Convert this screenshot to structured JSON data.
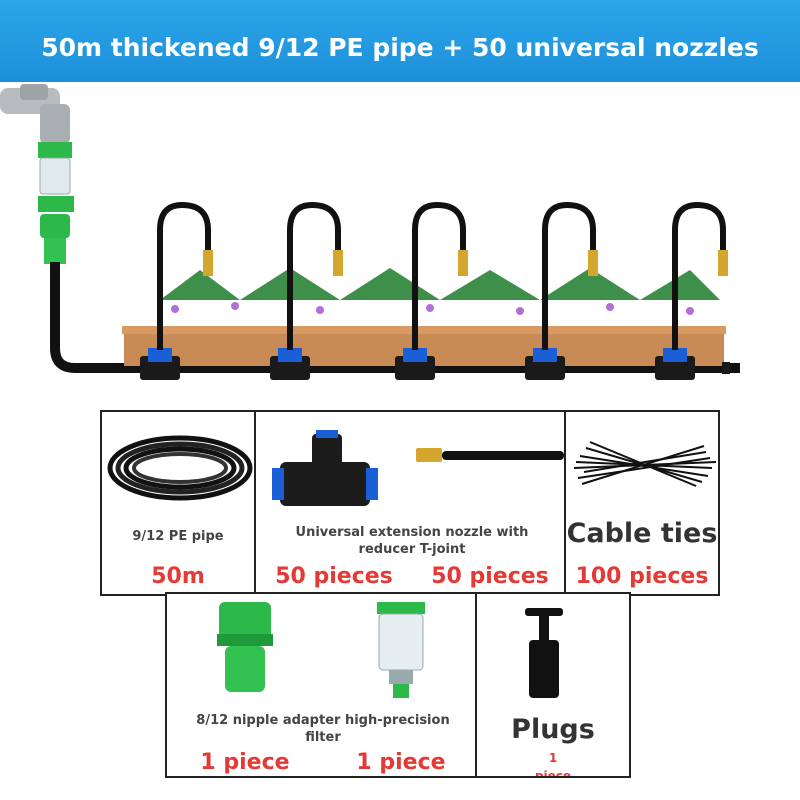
{
  "banner": {
    "title": "50m thickened 9/12 PE pipe + 50 universal nozzles"
  },
  "items": [
    {
      "label": "9/12 PE pipe",
      "qty": "50m"
    },
    {
      "label": "Universal extension nozzle with reducer T-joint",
      "qty_a": "50 pieces",
      "qty_b": "50 pieces"
    },
    {
      "label": "Cable ties",
      "qty": "100 pieces"
    },
    {
      "label": "8/12 nipple adapter high-precision filter",
      "qty_a": "1 piece",
      "qty_b": "1 piece"
    },
    {
      "label": "Plugs",
      "qty_line1": "1",
      "qty_line2": "piece"
    }
  ],
  "colors": {
    "banner": "#1e8fd9",
    "quantity": "#e53935",
    "connector": "#2db84a",
    "planter": "#c98b55"
  }
}
